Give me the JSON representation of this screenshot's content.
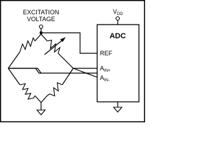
{
  "excitation": {
    "line1": "EXCITATION",
    "line2": "VOLTAGE"
  },
  "supply": {
    "main": "V",
    "sub": "DD"
  },
  "adc": {
    "title": "ADC",
    "ref_label": "REF",
    "ain_plus_main": "A",
    "ain_plus_sub": "IN+",
    "ain_minus_main": "A",
    "ain_minus_sub": "IN-"
  }
}
